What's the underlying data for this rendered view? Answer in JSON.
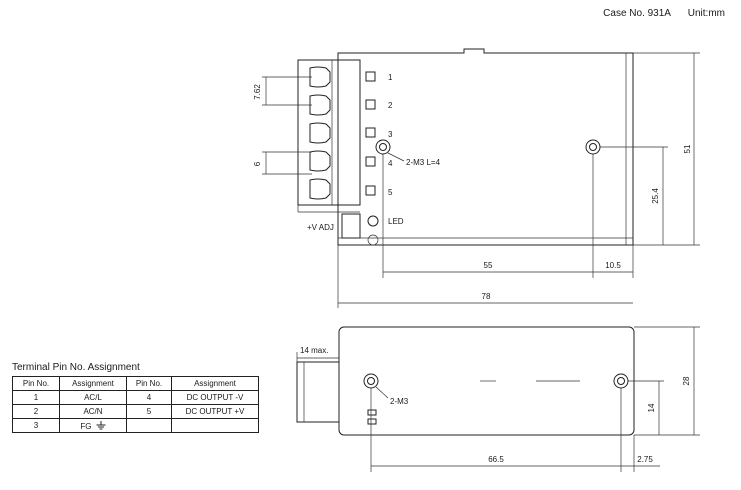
{
  "header": {
    "case_no": "Case No. 931A",
    "unit": "Unit:mm"
  },
  "top_view": {
    "pin_labels": [
      "1",
      "2",
      "3",
      "4",
      "5"
    ],
    "vadj_label": "+V ADJ",
    "led_label": "LED",
    "mount_label": "2-M3 L=4",
    "dims": {
      "pitch": "7.62",
      "terminal_width": "6",
      "height": "51",
      "hole_height": "25.4",
      "hole_spacing": "55",
      "hole_edge": "10.5",
      "length": "78"
    }
  },
  "side_view": {
    "mount_label": "2-M3",
    "dims": {
      "terminal_max": "14 max.",
      "height": "28",
      "hole_height": "14",
      "hole_spacing": "66.5",
      "hole_edge": "2.75"
    }
  },
  "pin_table": {
    "title": "Terminal Pin No.  Assignment",
    "headers": [
      "Pin No.",
      "Assignment",
      "Pin No.",
      "Assignment"
    ],
    "rows": [
      [
        "1",
        "AC/L",
        "4",
        "DC OUTPUT -V"
      ],
      [
        "2",
        "AC/N",
        "5",
        "DC OUTPUT +V"
      ],
      [
        "3",
        "FG",
        "",
        ""
      ]
    ],
    "ground_icon": "earth-ground-icon"
  }
}
